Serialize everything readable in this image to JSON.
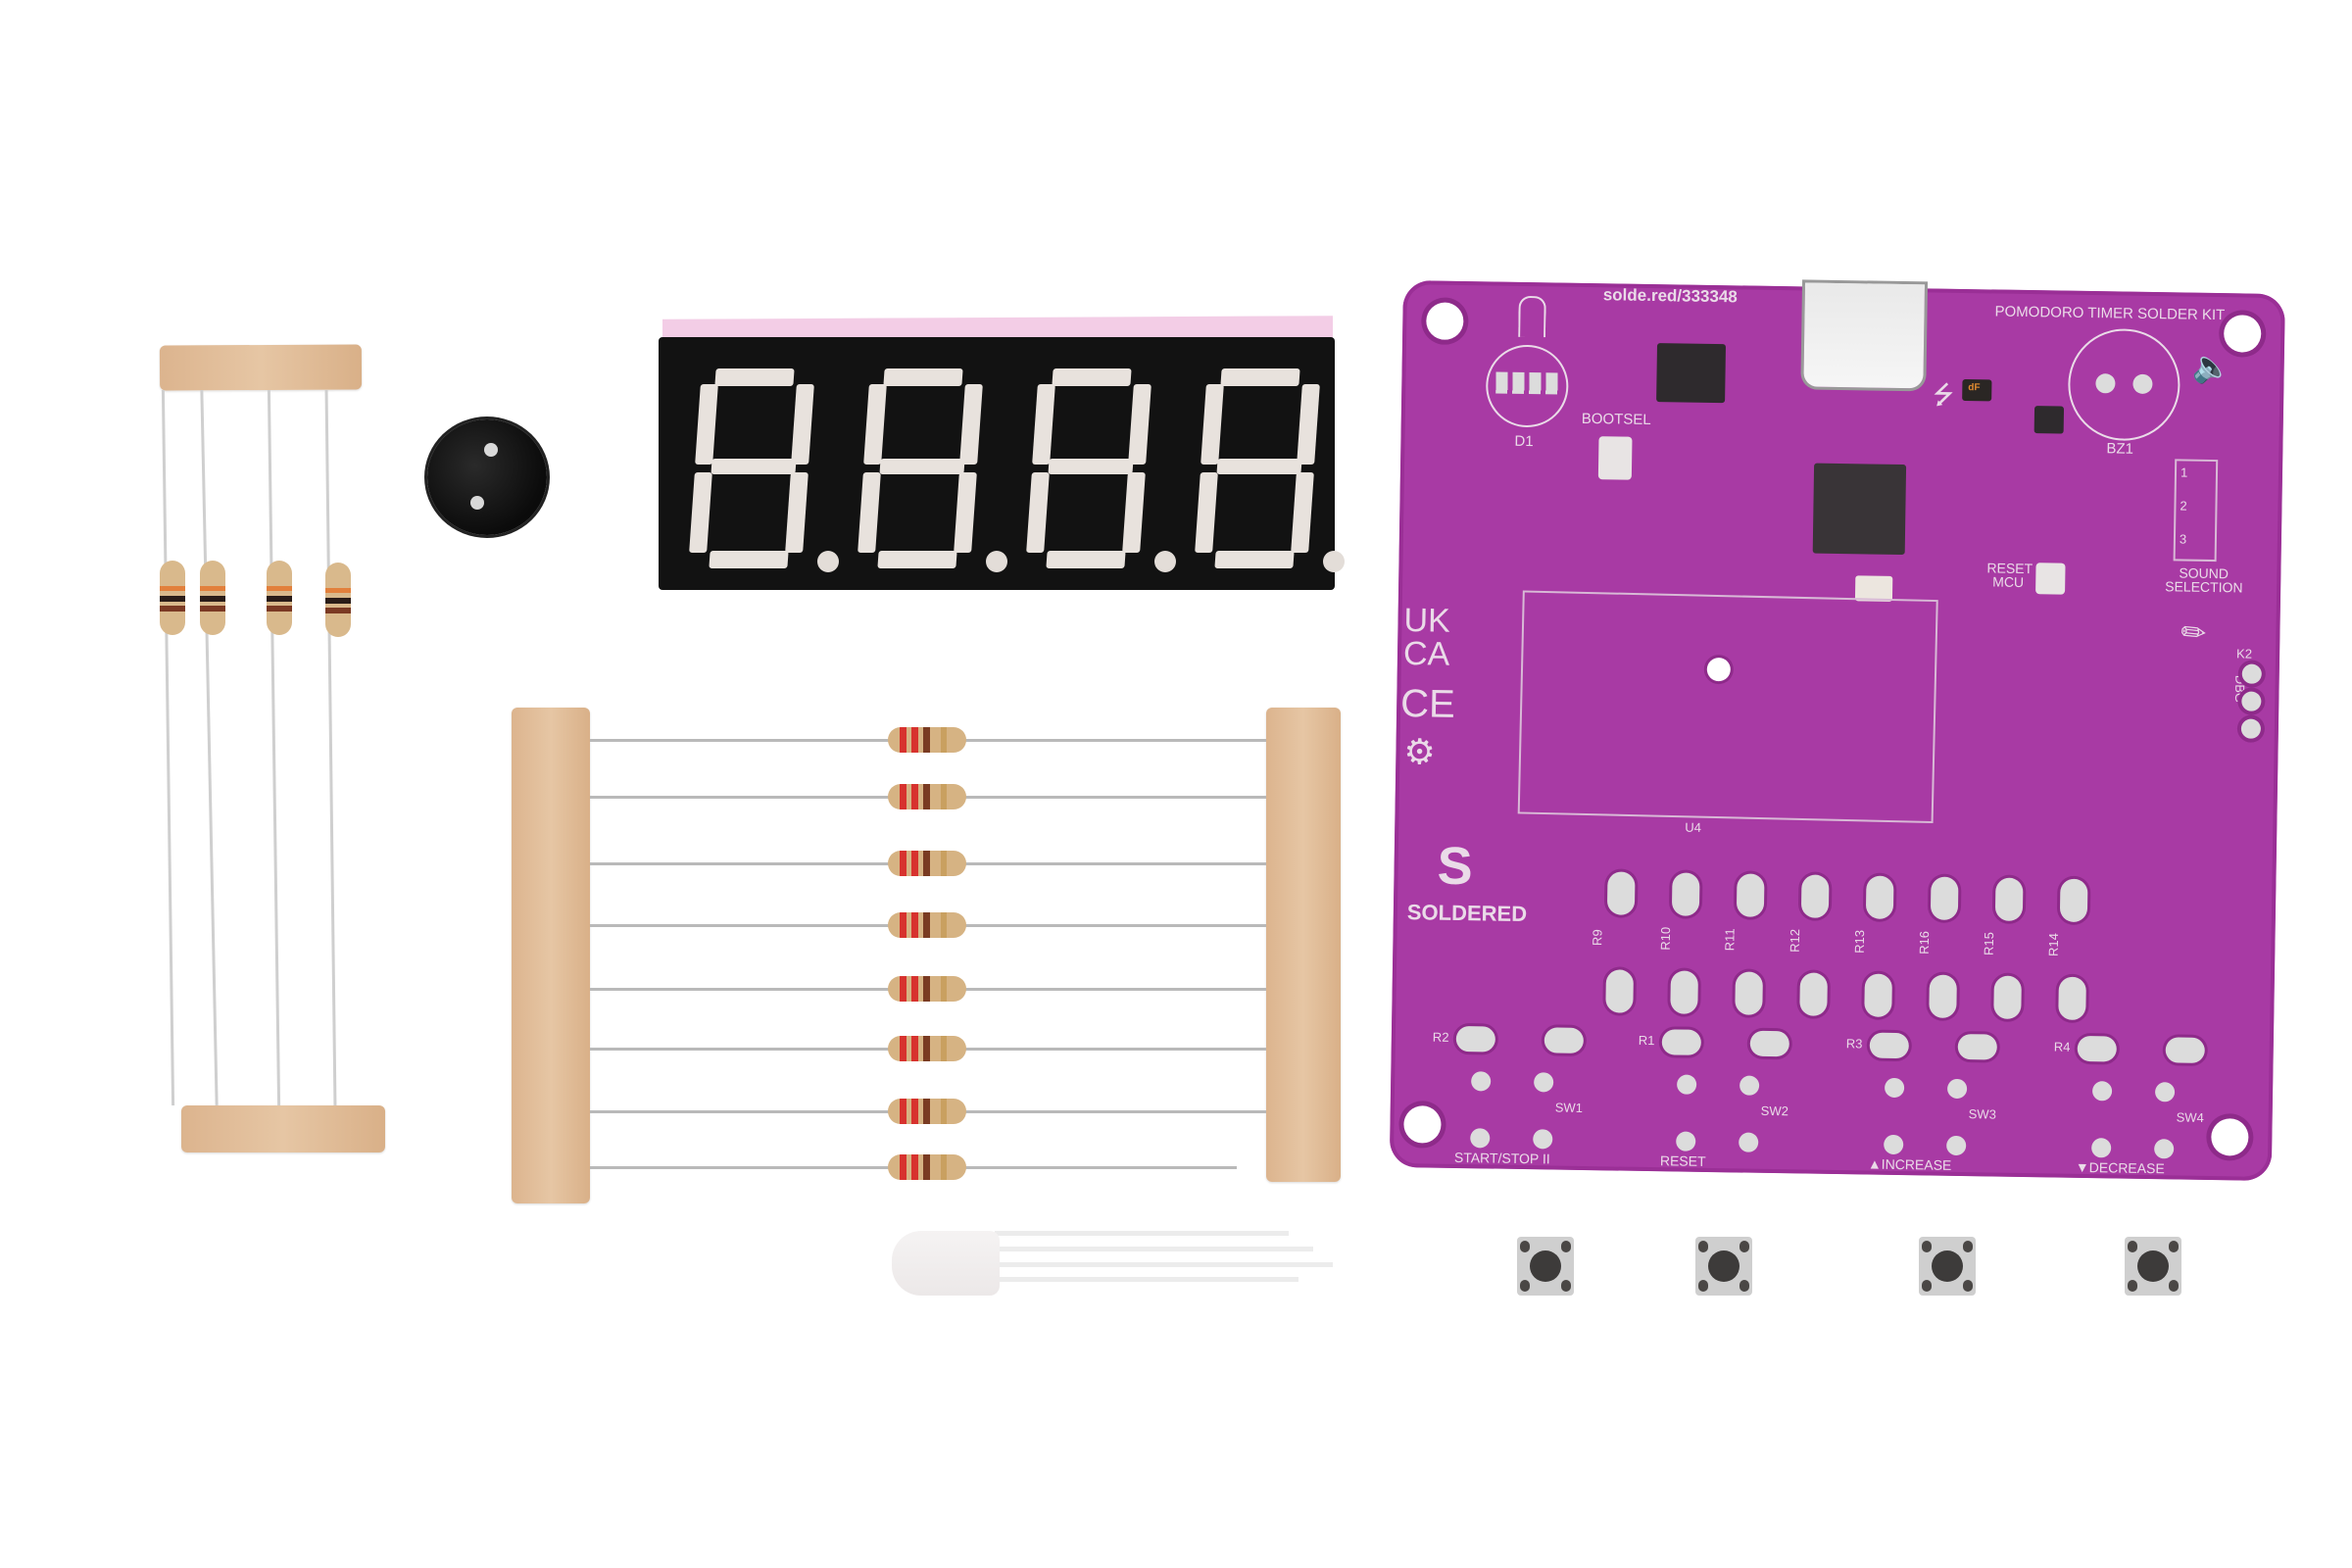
{
  "scene": {
    "description": "Pomodoro timer solder kit components laid out on white background",
    "background_color": "#ffffff"
  },
  "components": {
    "vertical_resistors": {
      "count": 4,
      "bands": [
        "orange",
        "black",
        "brown"
      ],
      "tape_color": "#dcb48e"
    },
    "buzzer": {
      "color": "#1a1a1a"
    },
    "seven_segment_display": {
      "digits": 4,
      "body_color": "#121212",
      "segment_color": "#e8e2dd",
      "top_color": "#f3cde6"
    },
    "horizontal_resistors": {
      "count": 8,
      "bands": [
        "red",
        "red",
        "brown"
      ],
      "tape_color": "#dcb48e"
    },
    "rgb_led": {
      "color": "#f4f1f1",
      "legs": 4
    },
    "tactile_buttons": {
      "count": 4
    }
  },
  "pcb": {
    "color": "#a83aa4",
    "url_label": "solde.red/333348",
    "title": "POMODORO TIMER SOLDER KIT",
    "labels": {
      "d1": "D1",
      "bootsel": "BOOTSEL",
      "bz1": "BZ1",
      "reset_mcu": "RESET\nMCU",
      "reset_line1": "RESET",
      "reset_line2": "MCU",
      "sound_selection_line1": "SOUND",
      "sound_selection_line2": "SELECTION",
      "sound_options": [
        "1",
        "2",
        "3"
      ],
      "ukca_line1": "UK",
      "ukca_line2": "CA",
      "ce": "CE",
      "k2": "K2",
      "dbg": "DBG",
      "u4": "U4",
      "brand": "SOLDERED",
      "resistor_pairs": [
        "R9",
        "R10",
        "R11",
        "R12",
        "R13",
        "R16",
        "R15",
        "R14"
      ],
      "pullups": [
        "R2",
        "R1",
        "R3",
        "R4"
      ],
      "switches": [
        {
          "id": "SW1",
          "label": "START/STOP II"
        },
        {
          "id": "SW2",
          "label": "RESET"
        },
        {
          "id": "SW3",
          "label": "▲INCREASE"
        },
        {
          "id": "SW4",
          "label": "▼DECREASE"
        }
      ]
    },
    "chip_marking": "dF"
  }
}
